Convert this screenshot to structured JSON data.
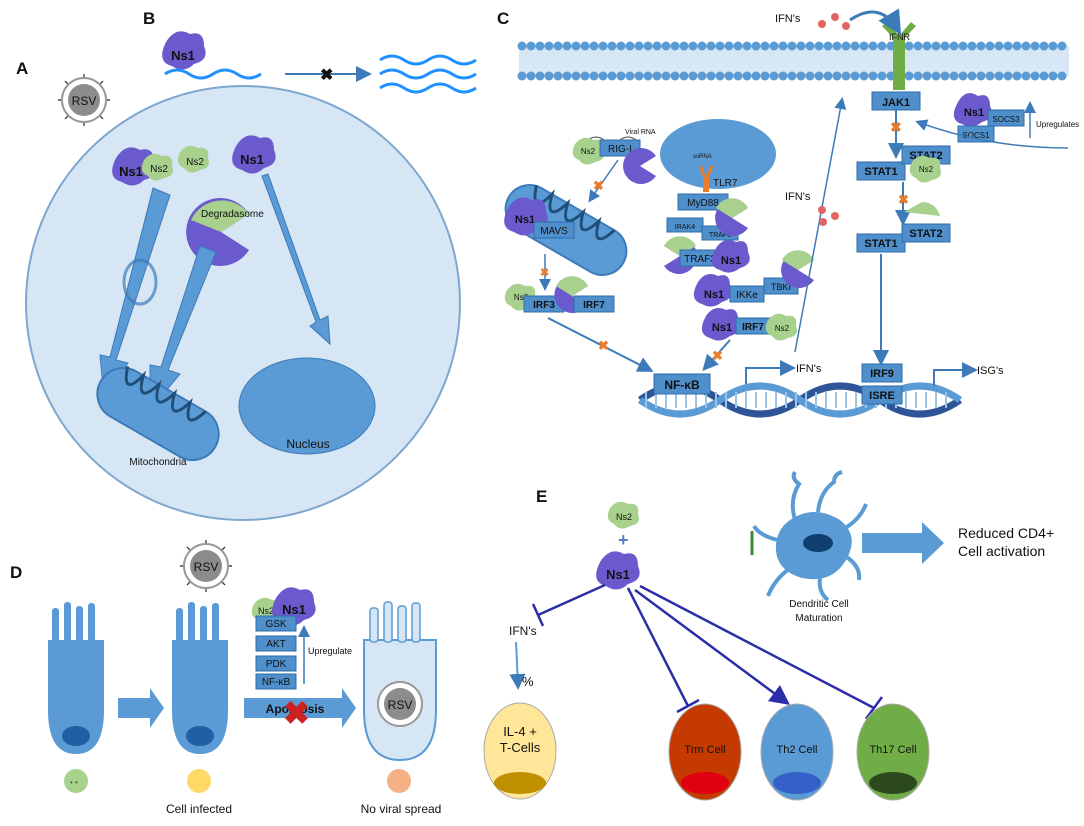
{
  "panels": {
    "a": "A",
    "b": "B",
    "c": "C",
    "d": "D",
    "e": "E"
  },
  "colors": {
    "accent": "#5b9bd5",
    "box": "#4f8fcc",
    "cell": "#d6e6f4",
    "ns1": "#6a5acd",
    "ns2": "#a9d18e",
    "block": "#e97d2c",
    "cross": "#cc2222",
    "inhibit": "#2b2ea8"
  },
  "panel_a": {
    "virus": "RSV",
    "ns1": "Ns1",
    "ns2": "Ns2",
    "ns2b": "Ns2",
    "ns1b": "Ns1",
    "degradasome": "Degradasome",
    "mitochondria": "Mitochondria",
    "nucleus": "Nucleus"
  },
  "panel_b": {
    "ns1": "Ns1"
  },
  "panel_c": {
    "ifn_top": "IFN's",
    "ifnr": "IFNR",
    "jak1": "JAK1",
    "ns1_socs": "Ns1",
    "socs3": "SOCS3",
    "socs1": "SOCS1",
    "upregulates": "Upregulates",
    "viral_rna": "Viral RNA",
    "ns2_rig": "Ns2",
    "rig_i": "RIG-I",
    "ssrna": "ssRNA",
    "tlr7": "TLR7",
    "myd88": "MyD88",
    "irak4": "IRAK4",
    "traf6": "TRAF6",
    "traf3": "TRAF3",
    "ns1_traf3": "Ns1",
    "ns1_ikke": "Ns1",
    "ikke": "IKKe",
    "tbki": "TBKI",
    "ns1_irf7": "Ns1",
    "irf7b": "IRF7",
    "ns2_irf7": "Ns2",
    "ns1_mavs": "Ns1",
    "mavs": "MAVS",
    "ns2_irf3": "Ns2",
    "irf3": "IRF3",
    "irf7": "IRF7",
    "ifn_mid": "IFN's",
    "stat1": "STAT1",
    "stat2": "STAT2",
    "ns2_stat": "Ns2",
    "stat1b": "STAT1",
    "stat2b": "STAT2",
    "nfkb": "NF-κB",
    "ifn_out": "IFN's",
    "irf9": "IRF9",
    "isre": "ISRE",
    "isg": "ISG's"
  },
  "panel_d": {
    "virus": "RSV",
    "ns2": "Ns2",
    "ns1": "Ns1",
    "gsk": "GSK",
    "akt": "AKT",
    "pdk": "PDK",
    "nfkb": "NF-κB",
    "upregulate": "Upregulate",
    "apoptosis": "Apoptosis",
    "virus_inside": "RSV",
    "cell_infected": "Cell infected",
    "no_spread": "No viral spread"
  },
  "panel_e": {
    "ns2": "Ns2",
    "plus": "+",
    "ns1": "Ns1",
    "dc": "Dendritic Cell",
    "dc2": "Maturation",
    "reduced": "Reduced CD4+",
    "reduced2": "Cell activation",
    "ifns": "IFN's",
    "percent": "%",
    "il4": "IL-4 +",
    "il4b": "T-Cells",
    "trm": "Trm Cell",
    "th2": "Th2 Cell",
    "th17": "Th17 Cell"
  }
}
